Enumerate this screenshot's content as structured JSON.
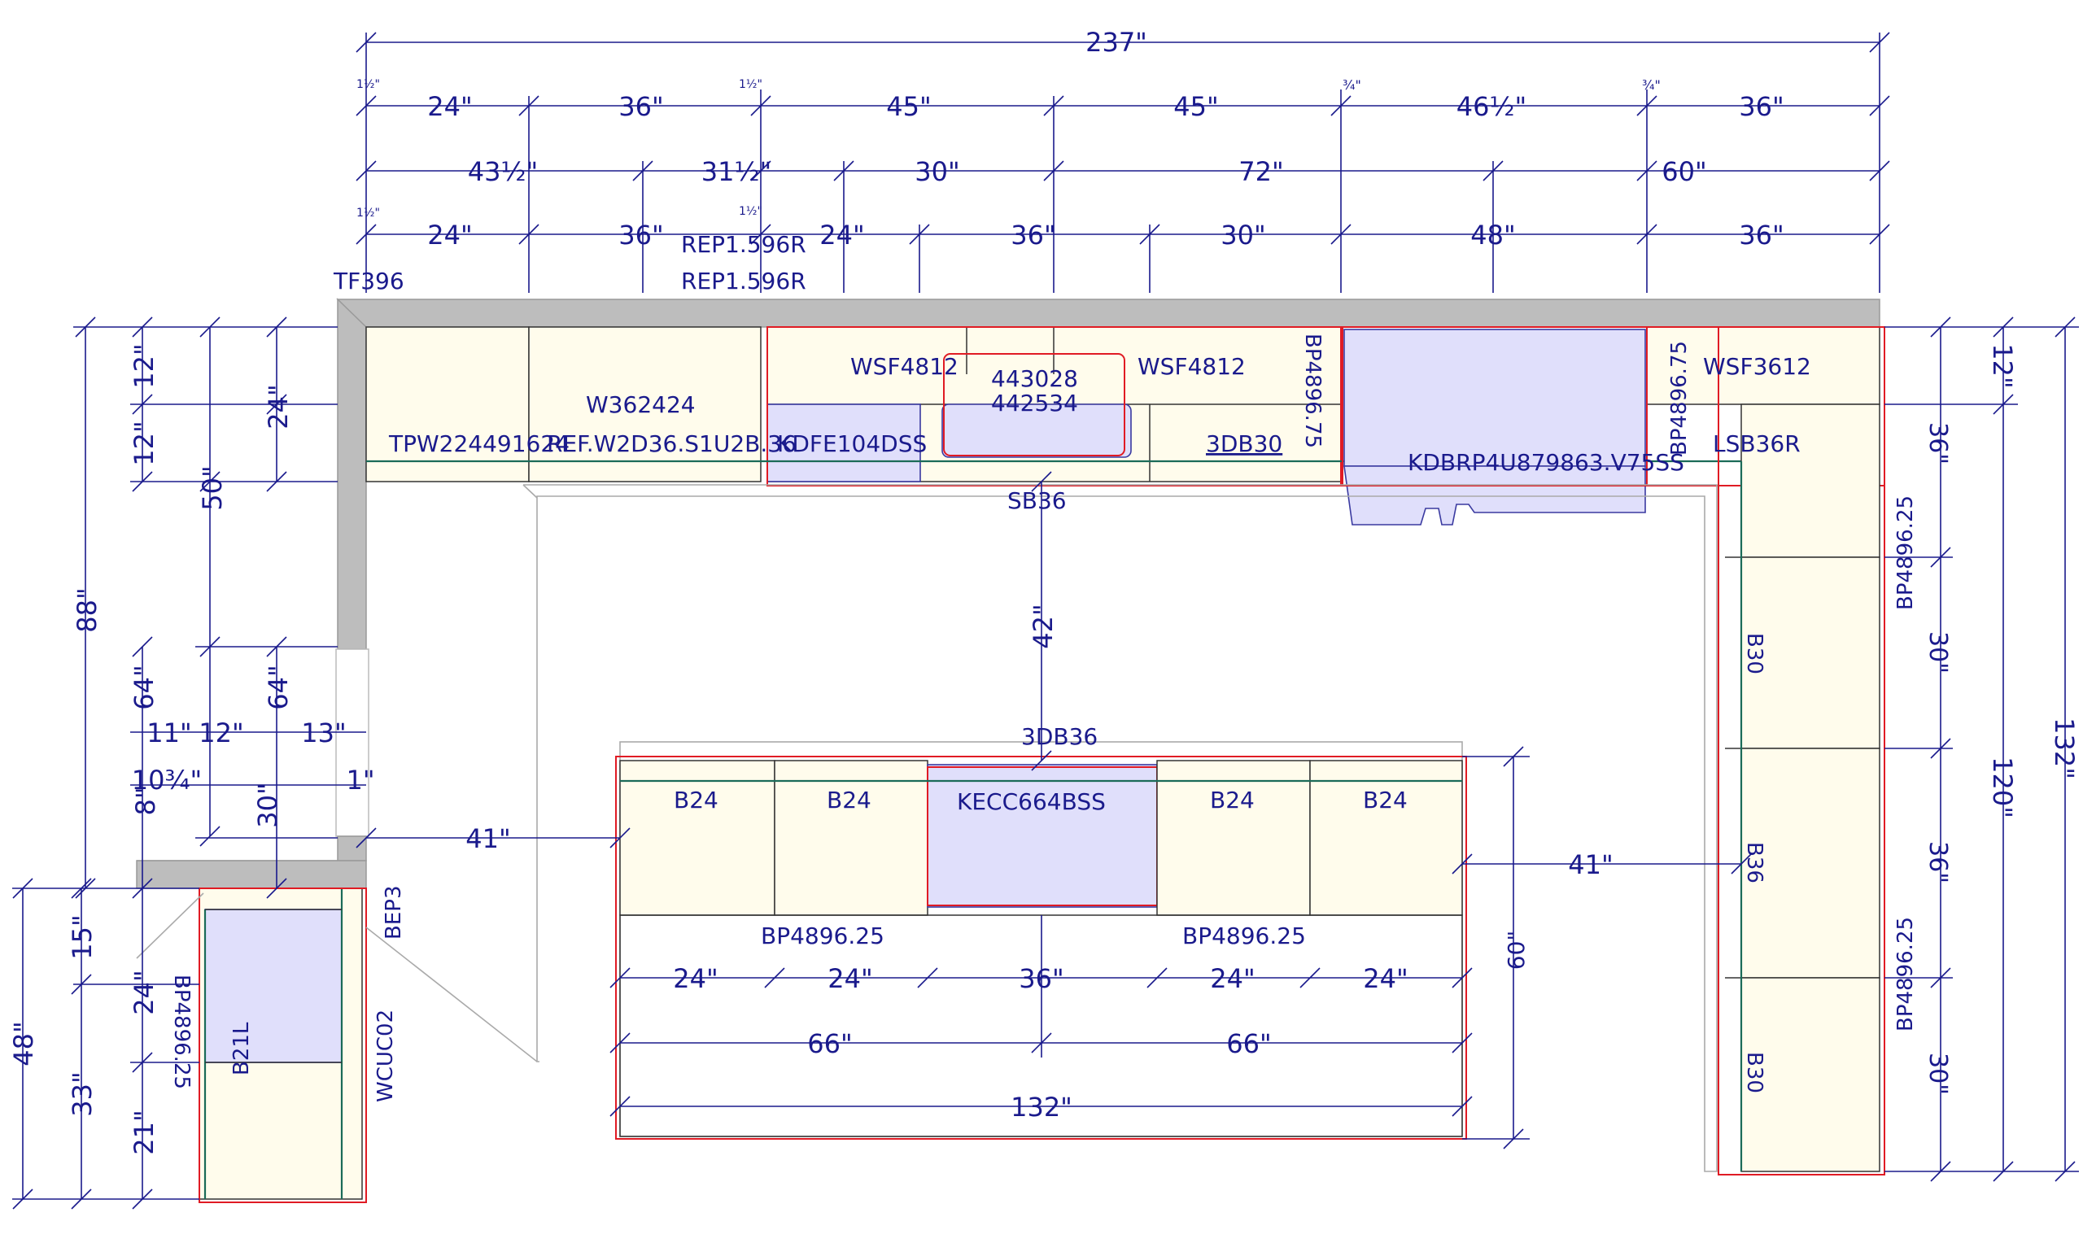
{
  "colors": {
    "dimension": "#1a1a8c",
    "wall": "#bdbdbd",
    "cabinet_fill": "#fffcec",
    "appliance_fill": "#e0dffb",
    "outline_red": "#e01b24",
    "countertop_green": "#1b6b58"
  },
  "dimensions": {
    "total_width": "237\"",
    "top_row1": [
      "24\"",
      "36\"",
      "45\"",
      "45\"",
      "46½\"",
      "36\""
    ],
    "top_row2": [
      "43½\"",
      "31½\"",
      "30\"",
      "72\"",
      "60\""
    ],
    "top_row3": [
      "24\"",
      "36\"",
      "24\"",
      "36\"",
      "30\"",
      "48\"",
      "36\""
    ],
    "small_top": [
      "1½\"",
      "1½\"",
      "¾\"",
      "¾\"",
      "1½\"",
      "1½\""
    ],
    "left_heights": [
      "88\"",
      "12\"",
      "12\"",
      "50\"",
      "24\"",
      "64\"",
      "64\"",
      "30\""
    ],
    "left_small": [
      "11\"",
      "12\"",
      "13\"",
      "10¾\"",
      "8\"",
      "1\""
    ],
    "left_base": [
      "48\"",
      "15\"",
      "33\"",
      "24\"",
      "21\""
    ],
    "aisle_gap": "42\"",
    "left_gap": "41\"",
    "right_gap": "41\"",
    "island_depth": "60\"",
    "island_bottom_row1": [
      "24\"",
      "24\"",
      "36\"",
      "24\"",
      "24\""
    ],
    "island_bottom_row2": [
      "66\"",
      "66\""
    ],
    "island_total": "132\"",
    "right_outer": [
      "12\"",
      "132\"",
      "120\""
    ],
    "right_inner": [
      "36\"",
      "30\"",
      "36\"",
      "30\""
    ]
  },
  "labels": {
    "tf396": "TF396",
    "rep1": "REP1.596R",
    "rep2": "REP1.596R",
    "w362424": "W362424",
    "tpw": "TPW224491624",
    "ref": "REF.W2D36.S1U2B.36",
    "kdfe": "KDFE104DSS",
    "wsf1": "WSF4812",
    "wsf2": "WSF4812",
    "n443028": "443028",
    "n442534": "442534",
    "db30": "3DB30",
    "sb36": "SB36",
    "bp_a": "BP4896.75",
    "bp_b": "BP4896.75",
    "kdbrp": "KDBRP4U879863.V75SS",
    "wsf3612": "WSF3612",
    "lsb36r": "LSB36R",
    "bp_c": "BP4896.25",
    "bp_d": "BP4896.25",
    "b30a": "B30",
    "b36": "B36",
    "b30b": "B30",
    "db36": "3DB36",
    "b24a": "B24",
    "b24b": "B24",
    "kecc": "KECC664BSS",
    "b24c": "B24",
    "b24d": "B24",
    "bp_e": "BP4896.25",
    "bp_f": "BP4896.25",
    "bep3": "BEP3",
    "bp_g": "BP4896.25",
    "b21l": "B21L",
    "wcuc": "WCUC02"
  }
}
